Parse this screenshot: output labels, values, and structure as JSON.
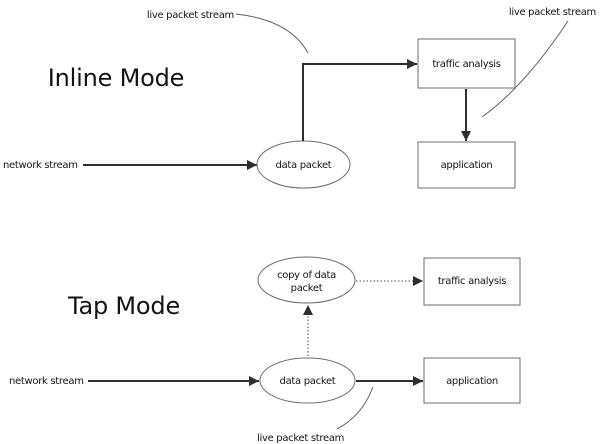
{
  "colors": {
    "background": "#ffffff",
    "arrow_line": "#2e2e2e",
    "shape_stroke": "#6e6e6e",
    "annotation_line": "#5f5f5f",
    "text": "#141414"
  },
  "inline_mode": {
    "title": "Inline Mode",
    "labels": {
      "live_packet_stream_left": "live packet stream",
      "live_packet_stream_right": "live packet stream",
      "network_stream": "network stream"
    },
    "nodes": {
      "data_packet": "data packet",
      "traffic_analysis": "traffic analysis",
      "application": "application"
    }
  },
  "tap_mode": {
    "title": "Tap Mode",
    "labels": {
      "network_stream": "network stream",
      "live_packet_stream": "live packet stream"
    },
    "nodes": {
      "copy_of_data_packet_line1": "copy of data",
      "copy_of_data_packet_line2": "packet",
      "data_packet": "data packet",
      "traffic_analysis": "traffic analysis",
      "application": "application"
    }
  }
}
